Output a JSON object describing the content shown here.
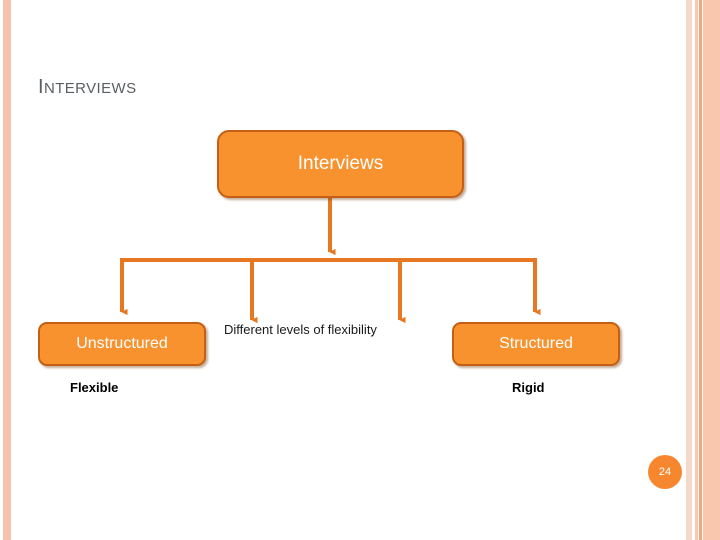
{
  "slide": {
    "title": "Interviews",
    "page_number": "24",
    "accent_color": "#f7922e",
    "accent_border_color": "#c45f15",
    "title_color": "#595f63",
    "stripe_color": "#f7c2ad"
  },
  "diagram": {
    "type": "tree",
    "root": {
      "label": "Interviews"
    },
    "middle_label": "Different levels of flexibility",
    "branches": [
      {
        "label": "Unstructured",
        "kind": "box",
        "caption": "Flexible"
      },
      {
        "label": "",
        "kind": "arrow",
        "caption": ""
      },
      {
        "label": "",
        "kind": "arrow",
        "caption": ""
      },
      {
        "label": "Structured",
        "kind": "box",
        "caption": "Rigid"
      }
    ],
    "captions": {
      "left": "Flexible",
      "right": "Rigid"
    }
  }
}
